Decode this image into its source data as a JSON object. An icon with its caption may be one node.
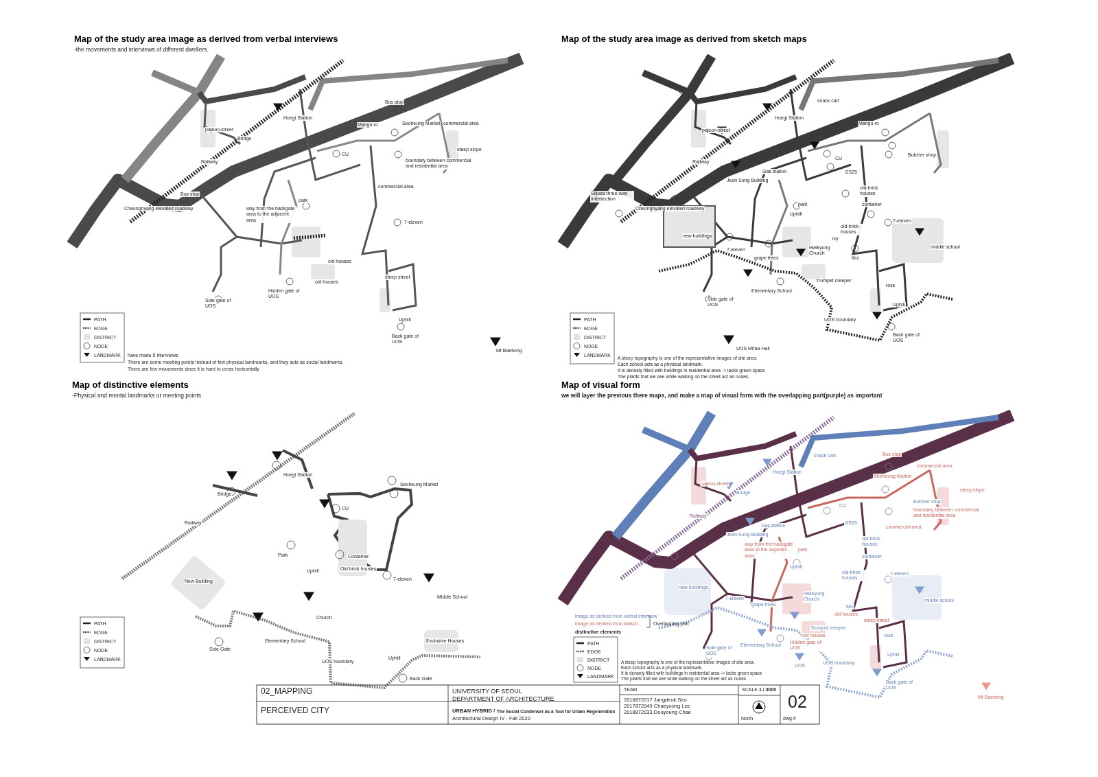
{
  "diagram": {
    "labels": [
      "Map of the study area image as derived from verbal interviews",
      "-the movements and interviews of different dwellers.",
      "Hoegi Station",
      "pajeon-street",
      "Bridge",
      "Mangu-ro",
      "Bus stop",
      "Seoheung Market",
      "commercial area",
      "CU",
      "boundary between commercial and residential area",
      "Railway",
      "Cheongnyang elevated roadway",
      "Bus stop",
      "way from the backgate area to the adjacent area",
      "park",
      "steep slope",
      "commercial area",
      "7-eleven",
      "old houses",
      "old houses",
      "Side gate of UOS",
      "Hidden gate of UOS",
      "steep street",
      "Uphill",
      "Back gate of UOS",
      "Mt Baebong",
      "have made 5 interviews",
      "There are some meeting points instead of few physical landmarks, and they acts as social landmarks.",
      "There are few movements since it is hard to cross horizontally",
      "Map of the study area image as derived from sketch maps",
      "snack cart",
      "Hoegi Station",
      "pajeon-street",
      "Mangu-ro",
      "CU",
      "Railway",
      "Gas station",
      "Jeon Sung Building",
      "GS25",
      "Butcher shop",
      "Siljosa three-way intersection",
      "Cheongnyang elevated roadway",
      "old-brick houses",
      "park",
      "container",
      "Uphill",
      "7-eleven",
      "old-brick houses",
      "new buildings",
      "7-eleven",
      "grape trees",
      "Hwikyung Church",
      "ivy",
      "Ilec",
      "Trumpet creeper",
      "middle school",
      "Elementary School",
      "rose",
      "Side gate of UOS",
      "UOS boundary",
      "Uphill",
      "Back gate of UOS",
      "UOS Miraa Hall",
      "A steep topography is one of the representative images of site area.",
      "Each school acts as a physical landmark.",
      "It is densely filled with buildings in residential area -> lacks green space",
      "The plants that we see while walking on the street act as nodes.",
      "Map of distinctive elements",
      "-Physical and mental landmarks or meeting points",
      "Hoegi Station",
      "Bridge",
      "Seoheung Market",
      "CU",
      "Railway",
      "Park",
      "Container",
      "Old brick houses",
      "Uphill",
      "7-eleven",
      "New Building",
      "Middle School",
      "Church",
      "Elementary School",
      "Side Gate",
      "UOS boundary",
      "Uphill",
      "Exclusive Houses",
      "Back Gate",
      "Map of visual form",
      "we will layer the previous there maps, and make a map of visual form with the overlapping part(purple) as important",
      "snack cart",
      "Hoegi Station",
      "Bus stop",
      "Seoheung Market",
      "commercial area",
      "pajeon-street",
      "Bridge",
      "CU",
      "GS25",
      "Railway",
      "Butcher shop",
      "boundary between commercial and residential area",
      "steep slope",
      "Gas station",
      "Jeon Sung Building",
      "old-brick houses",
      "commercial area",
      "way from the backgate area to the adjacent area",
      "park",
      "container",
      "Uphill",
      "7-eleven",
      "old-brick houses",
      "new buildings",
      "7-eleven",
      "grape trees",
      "Hwikyung Church",
      "Ilec",
      "middle school",
      "old houses",
      "Trumpet creeper",
      "old houses",
      "steep street",
      "rose",
      "Elementary School",
      "Hidden gate of UOS",
      "Side gate of UOS",
      "UOS boundary",
      "Uphill",
      "UOS",
      "Back gate of UOS",
      "Mt Baebong",
      "image as derived from verbal interview",
      "image as derived from sketch",
      "Overlapping part",
      "distinctive elements",
      "A steep topography is one of the representative images of site area.",
      "Each school acts as a physical landmark.",
      "It is densely filled with buildings in residential area -> lacks green space",
      "The plants that we see while walking on the street act as nodes.",
      "02_MAPPING",
      "PERCEIVED CITY",
      "UNIVERSITY OF SEOUL DEPARTMENT OF ARCHITECTURE",
      "URBAN HYBRID /",
      "The Social Condenser as a Tool for Urban Regeneration",
      "Architectural Design IV - Fall 2020",
      "TEAM",
      "2016872017 Jangdeok Seo",
      "2017872049 Chaeyoung Lee",
      "2018872033 Dooyoung Chae",
      "SCALE **1 / 3000**",
      "North",
      "02",
      "dwg #"
    ],
    "legend": [
      {
        "text": "PATH"
      },
      {
        "text": "EDGE"
      },
      {
        "text": "DISTRICT"
      },
      {
        "text": "NODE"
      },
      {
        "text": "LANDMARK"
      },
      {
        "text": "PATH"
      },
      {
        "text": "EDGE"
      },
      {
        "text": "DISTRICT"
      },
      {
        "text": "NODE"
      },
      {
        "text": "LANDMARK"
      },
      {
        "text": "PATH"
      },
      {
        "text": "EDGE"
      },
      {
        "text": "DISTRICT"
      },
      {
        "text": "NODE"
      },
      {
        "text": "LANDMARK"
      },
      {
        "text": "PATH"
      },
      {
        "text": "EDGE"
      },
      {
        "text": "DISTRICT"
      },
      {
        "text": "NODE"
      },
      {
        "text": "LANDMARK"
      }
    ]
  }
}
